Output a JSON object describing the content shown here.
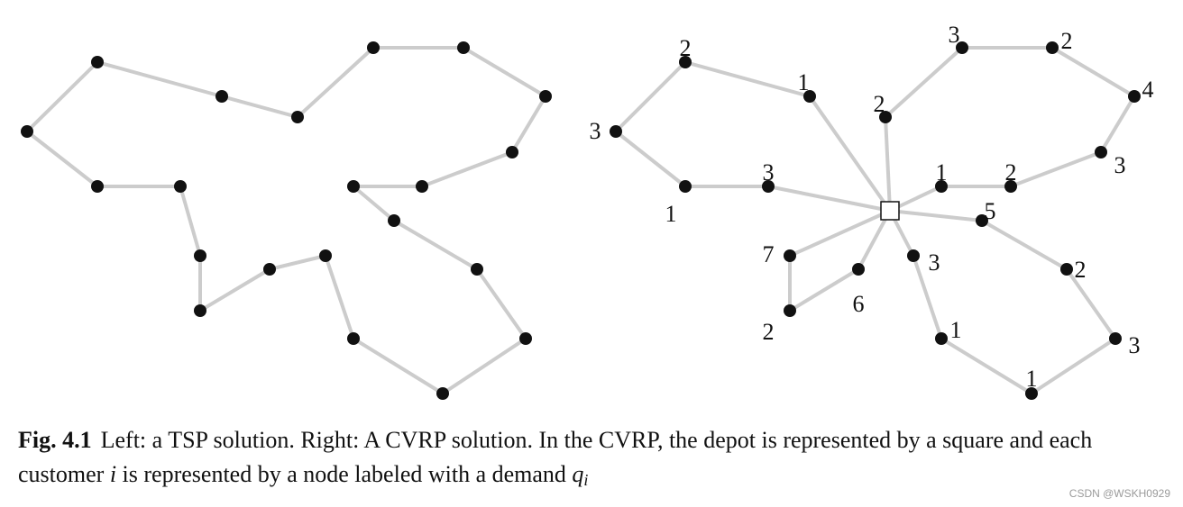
{
  "caption": {
    "label": "Fig. 4.1",
    "text_part1": "Left: a TSP solution. Right: A CVRP solution. In the CVRP, the depot is represented by a square and each customer ",
    "var_i": "i",
    "text_part2": " is represented by a node labeled with a demand ",
    "var_q": "q",
    "var_q_sub": "i"
  },
  "watermark": "CSDN @WSKH0929",
  "colors": {
    "edge": "#cccccc",
    "node": "#111111"
  },
  "right_panel": {
    "demands": [
      "2",
      "1",
      "3",
      "1",
      "3",
      "2",
      "3",
      "2",
      "4",
      "3",
      "1",
      "2",
      "5",
      "3",
      "7",
      "6",
      "2",
      "2",
      "3",
      "1",
      "1"
    ]
  }
}
